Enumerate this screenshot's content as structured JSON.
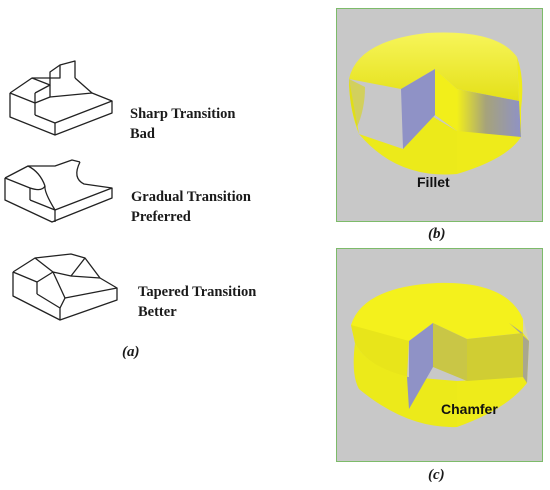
{
  "transitions": [
    {
      "line1": "Sharp Transition",
      "line2": "Bad"
    },
    {
      "line1": "Gradual Transition",
      "line2": "Preferred"
    },
    {
      "line1": "Tapered Transition",
      "line2": "Better"
    }
  ],
  "captions": {
    "a": "(a)",
    "b": "(b)",
    "c": "(c)"
  },
  "panels": {
    "fillet": {
      "label": "Fillet"
    },
    "chamfer": {
      "label": "Chamfer"
    }
  },
  "colors": {
    "panel_bg": "#c8c8c8",
    "panel_border": "#7dbb6a",
    "part_face": "#f2ef1a",
    "part_side": "#e6e318",
    "part_cut": "#8f92c6"
  }
}
